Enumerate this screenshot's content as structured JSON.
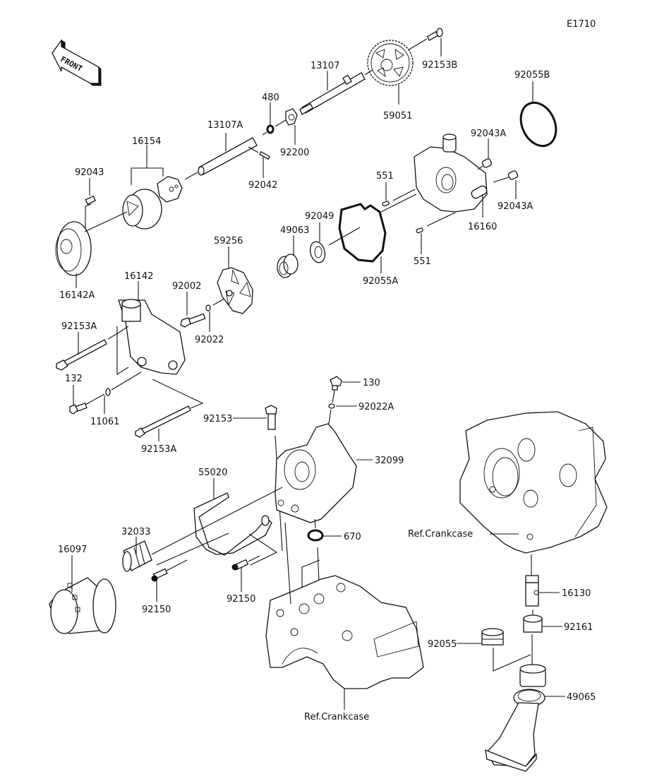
{
  "diagram": {
    "code": "E1710",
    "front_indicator": "FRONT",
    "callouts": [
      {
        "id": "13107",
        "label": "13107"
      },
      {
        "id": "92153B",
        "label": "92153B"
      },
      {
        "id": "59051",
        "label": "59051"
      },
      {
        "id": "92055B",
        "label": "92055B"
      },
      {
        "id": "480",
        "label": "480"
      },
      {
        "id": "13107A",
        "label": "13107A"
      },
      {
        "id": "92200",
        "label": "92200"
      },
      {
        "id": "16154",
        "label": "16154"
      },
      {
        "id": "92042",
        "label": "92042"
      },
      {
        "id": "92043",
        "label": "92043"
      },
      {
        "id": "92043A_top",
        "label": "92043A"
      },
      {
        "id": "92043A_bottom",
        "label": "92043A"
      },
      {
        "id": "551_top",
        "label": "551"
      },
      {
        "id": "551_bottom",
        "label": "551"
      },
      {
        "id": "16160",
        "label": "16160"
      },
      {
        "id": "92049",
        "label": "92049"
      },
      {
        "id": "49063",
        "label": "49063"
      },
      {
        "id": "59256",
        "label": "59256"
      },
      {
        "id": "92055A",
        "label": "92055A"
      },
      {
        "id": "16142A",
        "label": "16142A"
      },
      {
        "id": "16142",
        "label": "16142"
      },
      {
        "id": "92002",
        "label": "92002"
      },
      {
        "id": "92022",
        "label": "92022"
      },
      {
        "id": "92153A_top",
        "label": "92153A"
      },
      {
        "id": "132",
        "label": "132"
      },
      {
        "id": "11061",
        "label": "11061"
      },
      {
        "id": "92153A_bottom",
        "label": "92153A"
      },
      {
        "id": "130",
        "label": "130"
      },
      {
        "id": "92022A",
        "label": "92022A"
      },
      {
        "id": "92153",
        "label": "92153"
      },
      {
        "id": "32099",
        "label": "32099"
      },
      {
        "id": "55020",
        "label": "55020"
      },
      {
        "id": "670",
        "label": "670"
      },
      {
        "id": "32033",
        "label": "32033"
      },
      {
        "id": "16097",
        "label": "16097"
      },
      {
        "id": "92150_left",
        "label": "92150"
      },
      {
        "id": "92150_right",
        "label": "92150"
      },
      {
        "id": "ref_crankcase_right",
        "label": "Ref.Crankcase"
      },
      {
        "id": "ref_crankcase_bottom",
        "label": "Ref.Crankcase"
      },
      {
        "id": "16130",
        "label": "16130"
      },
      {
        "id": "92161",
        "label": "92161"
      },
      {
        "id": "92055",
        "label": "92055"
      },
      {
        "id": "49065",
        "label": "49065"
      }
    ]
  }
}
